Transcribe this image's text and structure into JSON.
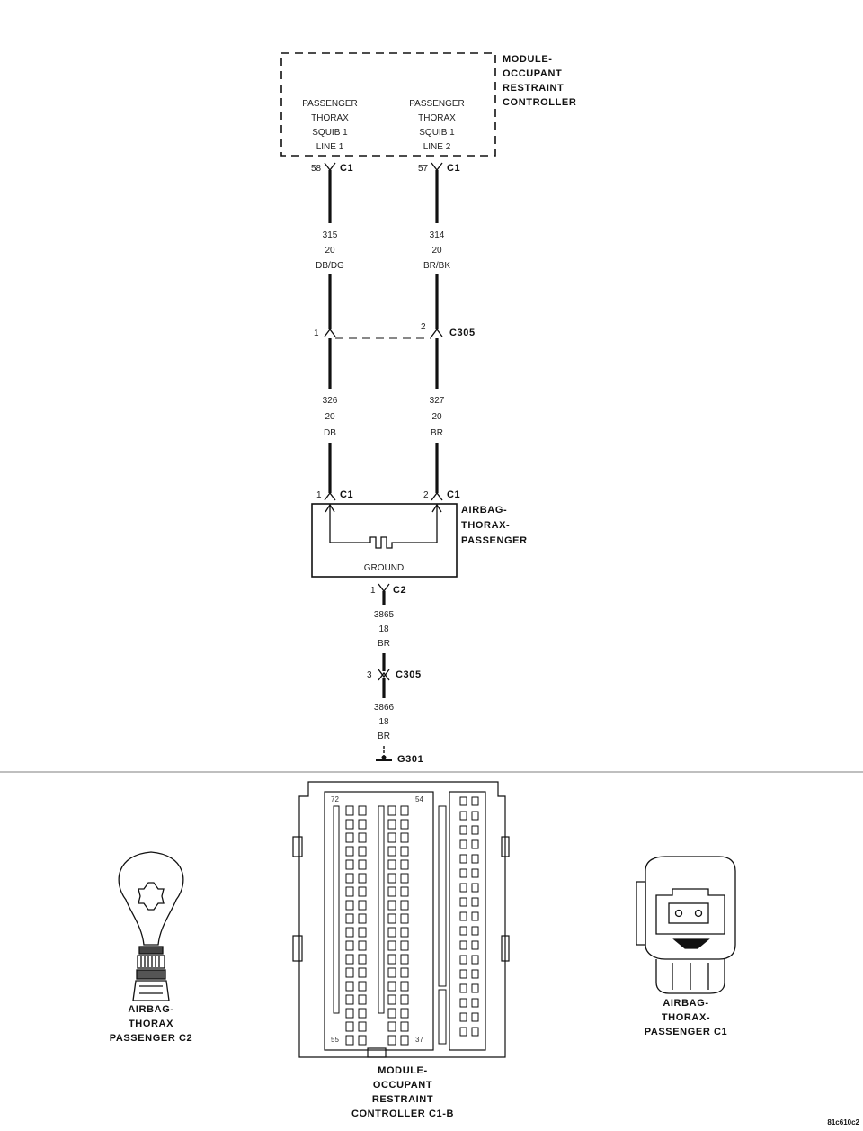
{
  "module": {
    "name_lines": [
      "MODULE-",
      "OCCUPANT",
      "RESTRAINT",
      "CONTROLLER"
    ],
    "circuit_1": [
      "PASSENGER",
      "THORAX",
      "SQUIB 1",
      "LINE 1"
    ],
    "circuit_2": [
      "PASSENGER",
      "THORAX",
      "SQUIB 1",
      "LINE 2"
    ]
  },
  "left_wire": {
    "top_pin": "58",
    "top_conn": "C1",
    "upper_circuit": [
      "315",
      "20",
      "DB/DG"
    ],
    "mid_pin": "1",
    "lower_circuit": [
      "326",
      "20",
      "DB"
    ],
    "bottom_pin": "1",
    "bottom_conn": "C1"
  },
  "right_wire": {
    "top_pin": "57",
    "top_conn": "C1",
    "upper_circuit": [
      "314",
      "20",
      "BR/BK"
    ],
    "mid_pin": "2",
    "mid_conn": "C305",
    "lower_circuit": [
      "327",
      "20",
      "BR"
    ],
    "bottom_pin": "2",
    "bottom_conn": "C1"
  },
  "airbag": {
    "name_lines": [
      "AIRBAG-",
      "THORAX-",
      "PASSENGER"
    ],
    "inner_label": "GROUND"
  },
  "ground_wire": {
    "pin_1": "1",
    "conn_1": "C2",
    "circuit_1": [
      "3865",
      "18",
      "BR"
    ],
    "pin_2": "3",
    "conn_2": "C305",
    "circuit_2": [
      "3866",
      "18",
      "BR"
    ],
    "ground": "G301"
  },
  "connector_views": {
    "c2_label": [
      "AIRBAG-",
      "THORAX",
      "PASSENGER C2"
    ],
    "mod_label": [
      "MODULE-",
      "OCCUPANT",
      "RESTRAINT",
      "CONTROLLER C1-B"
    ],
    "c1_label": [
      "AIRBAG-",
      "THORAX-",
      "PASSENGER C1"
    ],
    "pin_labels": {
      "top_left": "72",
      "top_right": "54",
      "bottom_left": "55",
      "bottom_right": "37"
    }
  },
  "footer_code": "81c610c2"
}
